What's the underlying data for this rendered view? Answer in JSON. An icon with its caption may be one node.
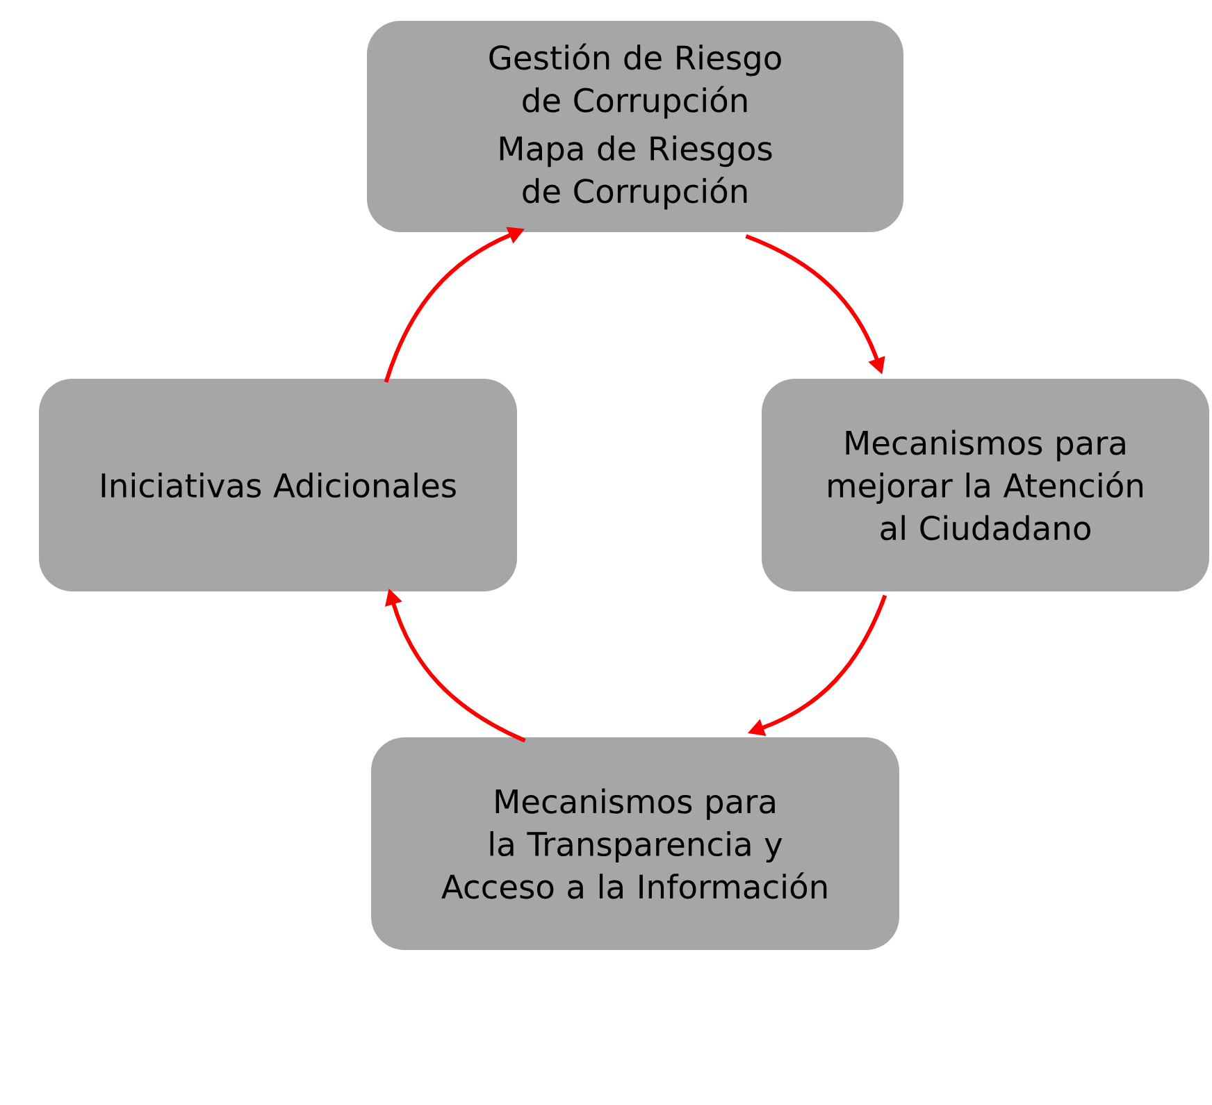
{
  "diagram": {
    "nodes": [
      {
        "text": [
          "Gestión de Riesgo de Corrupción",
          "Mapa de Riesgos de Corrupción"
        ]
      },
      {
        "text": [
          "Mecanismos para mejorar la Atención al Ciudadano"
        ]
      },
      {
        "text": [
          "Iniciativas Adicionales"
        ]
      },
      {
        "text": [
          "Mecanismos para la Transparencia y Acceso a la Información"
        ]
      }
    ],
    "edges": [
      {
        "from": 0,
        "to": 1,
        "arrow": "to"
      },
      {
        "from": 1,
        "to": 3,
        "arrow": "to"
      },
      {
        "from": 3,
        "to": 2,
        "arrow": "to"
      },
      {
        "from": 2,
        "to": 0,
        "arrow": "to"
      }
    ]
  }
}
